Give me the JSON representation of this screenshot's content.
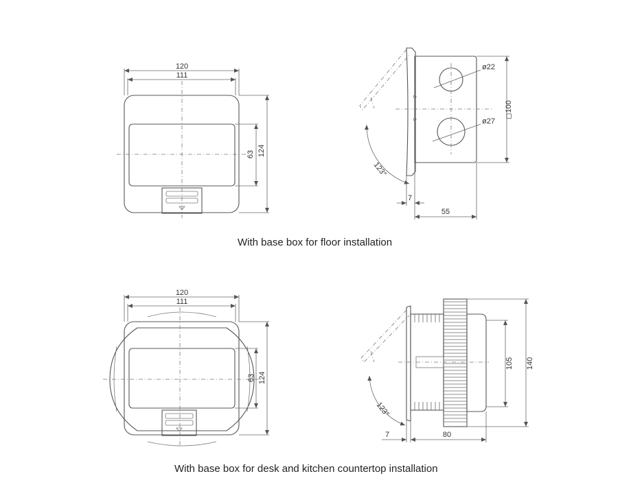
{
  "captions": {
    "floor": "With base box for floor installation",
    "desk": "With base box for desk and kitchen countertop installation"
  },
  "floor_front": {
    "w_outer": "120",
    "w_inner": "111",
    "h_outer": "124",
    "h_inner": "63"
  },
  "floor_side": {
    "hole_top": "ø22",
    "hole_bottom": "ø27",
    "box": "◻100",
    "angle": "123°",
    "flange": "7",
    "depth": "55"
  },
  "desk_front": {
    "w_outer": "120",
    "w_inner": "111",
    "h_outer": "124",
    "h_inner": "63"
  },
  "desk_side": {
    "h_inner": "105",
    "h_outer": "140",
    "angle": "123°",
    "flange": "7",
    "depth": "80"
  }
}
